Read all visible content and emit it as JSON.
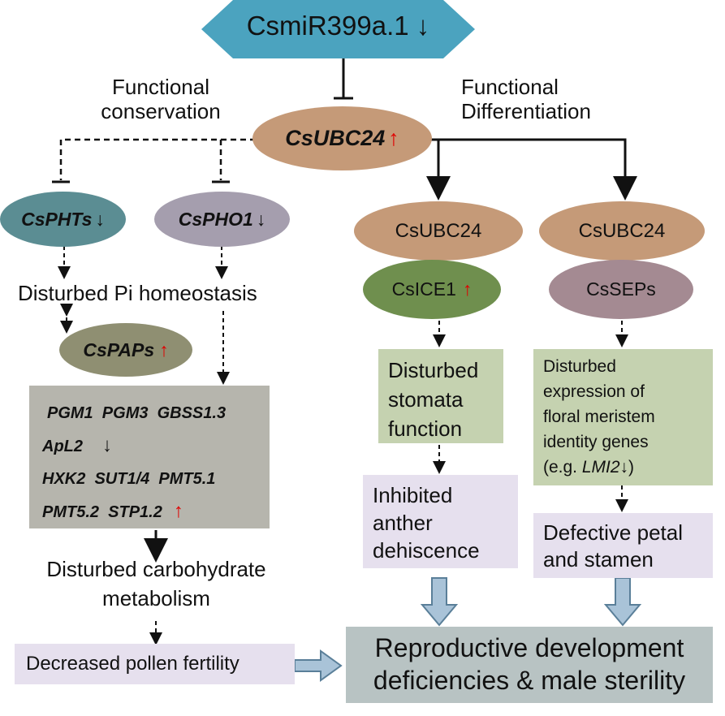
{
  "top": {
    "name": "CsmiR399a.1",
    "arrow": "↓"
  },
  "hub": {
    "name": "CsUBC24",
    "arrow": "↑"
  },
  "left_header": {
    "line1": "Functional",
    "line2": "conservation"
  },
  "right_header": {
    "line1": "Functional",
    "line2": "Differentiation"
  },
  "phts": {
    "name": "CsPHTs",
    "arrow": "↓"
  },
  "pho1": {
    "name": "CsPHO1",
    "arrow": "↓"
  },
  "pi": {
    "label": "Disturbed Pi homeostasis"
  },
  "paps": {
    "name": "CsPAPs",
    "arrow": "↑"
  },
  "genes": {
    "row1": "PGM1  PGM3  GBSS1.3",
    "row2": "ApL2",
    "row2_arrow": "↓",
    "row3": "HXK2  SUT1/4  PMT5.1",
    "row4": "PMT5.2  STP1.2",
    "row4_arrow": "↑"
  },
  "carb": {
    "line1": "Disturbed carbohydrate",
    "line2": "metabolism"
  },
  "pollen": {
    "label": "Decreased pollen fertility"
  },
  "mid_col": {
    "ubc": "CsUBC24",
    "ice": "CsICE1",
    "ice_arrow": "↑",
    "stomata": {
      "line1": "Disturbed",
      "line2": "stomata",
      "line3": "function"
    },
    "anther": {
      "line1": "Inhibited",
      "line2": "anther",
      "line3": "dehiscence"
    }
  },
  "right_col": {
    "ubc": "CsUBC24",
    "seps": "CsSEPs",
    "floral": {
      "line1": "Disturbed",
      "line2": "expression of",
      "line3": "floral meristem",
      "line4": "identity genes",
      "line5_pre": "(e.g. ",
      "line5_gene": "LMI2",
      "line5_arrow": "↓",
      "line5_post": ")"
    },
    "petal": {
      "line1": "Defective petal",
      "line2": "and stamen"
    }
  },
  "final": {
    "line1": "Reproductive development",
    "line2": "deficiencies & male sterility"
  },
  "colors": {
    "top_hex": "#4ba3bf",
    "brown": "#c59a78",
    "teal": "#5b8d93",
    "lavender": "#a59eae",
    "olive": "#8f8f72",
    "green_ell": "#6f8f4e",
    "mauve": "#a48a92",
    "gray_box": "#b6b5ad",
    "green_box": "#c5d2b0",
    "lilac_box": "#e6e0ee",
    "final_box": "#b8c3c3",
    "red": "#e00000"
  }
}
